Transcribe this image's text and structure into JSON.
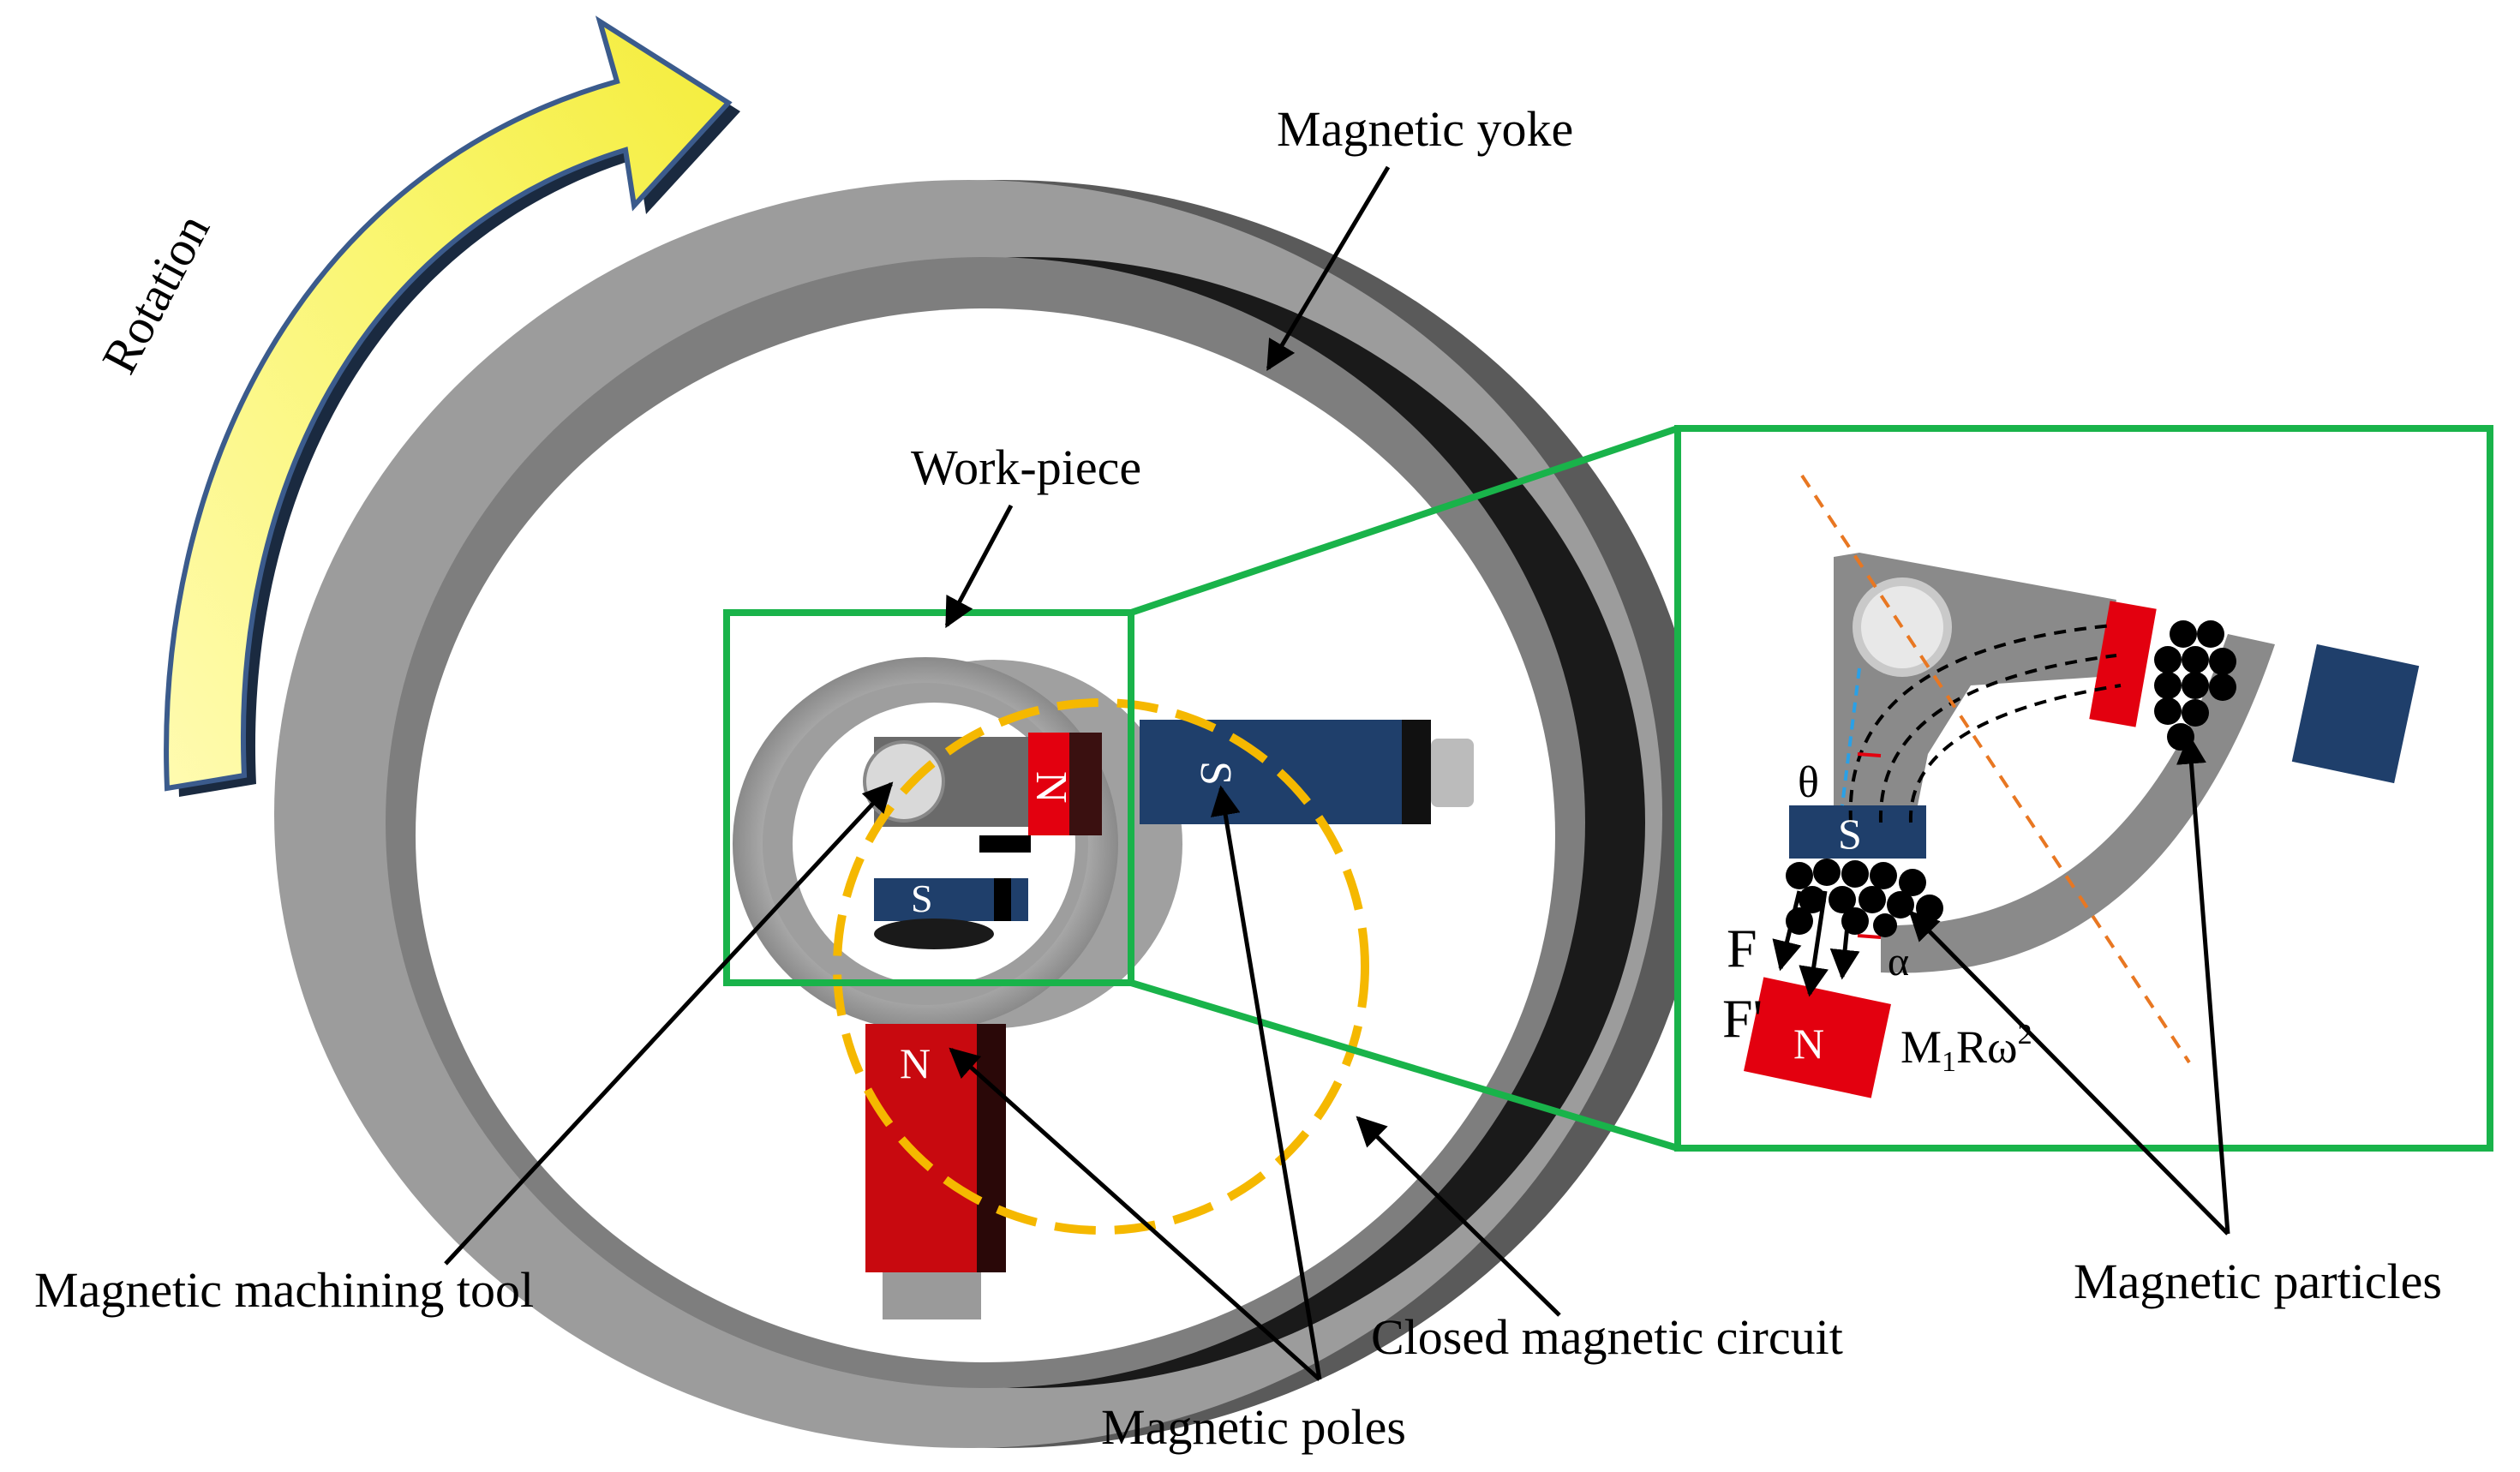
{
  "labels": {
    "rotation": "Rotation",
    "yoke": "Magnetic yoke",
    "workpiece": "Work-piece",
    "tool": "Magnetic machining tool",
    "circuit": "Closed magnetic circuit",
    "poles": "Magnetic poles",
    "particles": "Magnetic particles"
  },
  "poles": {
    "north": "N",
    "south": "S"
  },
  "inset": {
    "force_f": "F",
    "force_f_prime": "F'",
    "theta": "θ",
    "alpha": "α",
    "centrifugal_m": "M",
    "centrifugal_sub": "1",
    "centrifugal_rw": "Rω",
    "centrifugal_exp": "2"
  },
  "colors": {
    "north_pole": "#e3000f",
    "south_pole": "#1f3f6b",
    "yoke_gray": "#9a9a9a",
    "frame_green": "#19b34a",
    "circuit_orange": "#f5b800",
    "arrow_yellow": "#f9f56a",
    "guide_orange": "#e87722",
    "particle": "#000000"
  },
  "icons": [
    "rotation-arrow-icon"
  ]
}
